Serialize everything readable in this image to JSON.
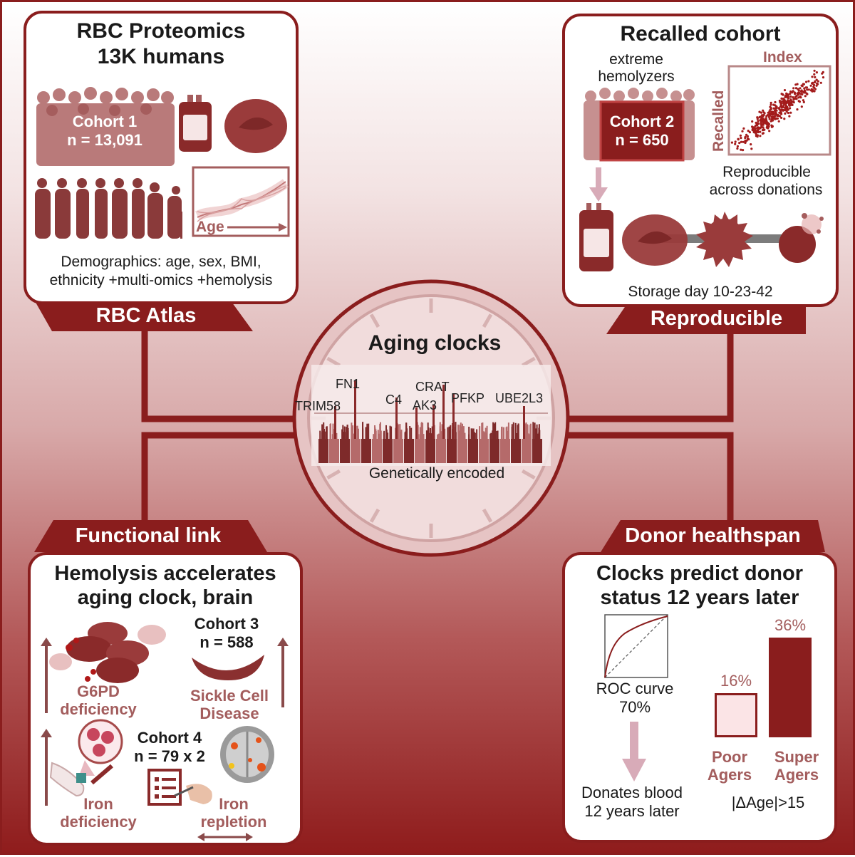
{
  "center": {
    "title": "Aging clocks",
    "subtitle": "Genetically encoded",
    "genes": [
      "FN1",
      "TRIM58",
      "C4",
      "CRAT",
      "AK3",
      "PFKP",
      "UBE2L3"
    ]
  },
  "panel_tl": {
    "title_line1": "RBC Proteomics",
    "title_line2": "13K humans",
    "cohort_name": "Cohort 1",
    "cohort_n": "n = 13,091",
    "age_label": "Age",
    "demographics_line1": "Demographics: age, sex, BMI,",
    "demographics_line2": "ethnicity +multi-omics +hemolysis",
    "banner": "RBC Atlas"
  },
  "panel_tr": {
    "title": "Recalled cohort",
    "subtitle_line1": "extreme",
    "subtitle_line2": "hemolyzers",
    "cohort_name": "Cohort 2",
    "cohort_n": "n = 650",
    "scatter_x_label": "Index",
    "scatter_y_label": "Recalled",
    "repro_line1": "Reproducible",
    "repro_line2": "across donations",
    "storage": "Storage day 10-23-42",
    "banner": "Reproducible"
  },
  "panel_bl": {
    "banner": "Functional link",
    "title_line1": "Hemolysis accelerates",
    "title_line2": "aging clock, brain",
    "cohort3_name": "Cohort 3",
    "cohort3_n": "n = 588",
    "g6pd_line1": "G6PD",
    "g6pd_line2": "deficiency",
    "sickle_line1": "Sickle Cell",
    "sickle_line2": "Disease",
    "cohort4_name": "Cohort 4",
    "cohort4_n": "n = 79 x 2",
    "iron_def_line1": "Iron",
    "iron_def_line2": "deficiency",
    "iron_rep_line1": "Iron",
    "iron_rep_line2": "repletion"
  },
  "panel_br": {
    "banner": "Donor healthspan",
    "title_line1": "Clocks predict donor",
    "title_line2": "status 12 years later",
    "roc_line1": "ROC curve",
    "roc_line2": "70%",
    "donates_line1": "Donates blood",
    "donates_line2": "12 years later",
    "bars": [
      {
        "label_line1": "Poor",
        "label_line2": "Agers",
        "value": 16,
        "value_label": "16%"
      },
      {
        "label_line1": "Super",
        "label_line2": "Agers",
        "value": 36,
        "value_label": "36%"
      }
    ],
    "delta": "|ΔAge|>15"
  },
  "colors": {
    "dark_red": "#8a1d1d",
    "mid_red": "#a64a4a",
    "muted_label": "#a35d5d",
    "bar_light": "#fbe4e6"
  }
}
